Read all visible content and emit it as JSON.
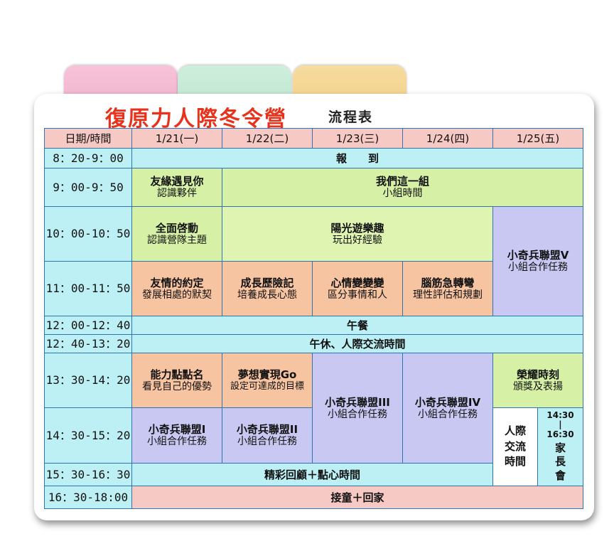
{
  "title": "復原力人際冬令營",
  "subtitle": "流程表",
  "header": {
    "date_label": "日期/時間",
    "days": [
      "1/21(一)",
      "1/22(二)",
      "1/23(三)",
      "1/24(四)",
      "1/25(五)"
    ]
  },
  "times": [
    "8：20-9：00",
    "9：00-9：50",
    "10：00-10：50",
    "11：00-11：50",
    "12：00-12：40",
    "12：40-13：20",
    "13：30-14：20",
    "14：30-15：20",
    "15：30-16：30",
    "16：30-18:00"
  ],
  "sessions": {
    "checkin": "報　　到",
    "s_0900_d1_title": "友緣遇見你",
    "s_0900_d1_sub": "認識夥伴",
    "s_0900_rest_title": "我們這一組",
    "s_0900_rest_sub": "小組時間",
    "s_1000_d1_title": "全面啓動",
    "s_1000_d1_sub": "認識營隊主題",
    "s_1000_mid_title": "陽光遊樂趣",
    "s_1000_mid_sub": "玩出好經驗",
    "s_1000_d5_title": "小奇兵聯盟V",
    "s_1000_d5_sub": "小組合作任務",
    "s_1100_d1_title": "友情的約定",
    "s_1100_d1_sub": "發展相處的默契",
    "s_1100_d2_title": "成長歷險記",
    "s_1100_d2_sub": "培養成長心態",
    "s_1100_d3_title": "心情變變變",
    "s_1100_d3_sub": "區分事情和人",
    "s_1100_d4_title": "腦筋急轉彎",
    "s_1100_d4_sub": "理性評估和規劃",
    "lunch": "午餐",
    "nap": "午休、人際交流時間",
    "s_1330_d1_title": "能力點點名",
    "s_1330_d1_sub": "看見自己的優勢",
    "s_1330_d2_title": "夢想實現Go",
    "s_1330_d2_sub": "設定可達成的目標",
    "s_1330_d3_title": "小奇兵聯盟III",
    "s_1330_d3_sub": "小組合作任務",
    "s_1330_d4_title": "小奇兵聯盟IV",
    "s_1330_d4_sub": "小組合作任務",
    "s_1330_d5_title": "榮耀時刻",
    "s_1330_d5_sub": "頒獎及表揚",
    "s_1430_d1_title": "小奇兵聯盟I",
    "s_1430_d1_sub": "小組合作任務",
    "s_1430_d2_title": "小奇兵聯盟II",
    "s_1430_d2_sub": "小組合作任務",
    "s_1430_d5a": "人際交流時間",
    "s_1430_d5b_time1": "14:30",
    "s_1430_d5b_sep": "|",
    "s_1430_d5b_time2": "16:30",
    "s_1430_d5b_title": "家長會",
    "review": "精彩回顧＋點心時間",
    "pickup": "接童＋回家"
  },
  "colors": {
    "title": "#e8321c",
    "header": "#f7c9c4",
    "cyan": "#bdf0f4",
    "green": "#d6f1a6",
    "orange": "#f7c4a2",
    "purple": "#c8c8f2",
    "border": "#2d74b4"
  }
}
